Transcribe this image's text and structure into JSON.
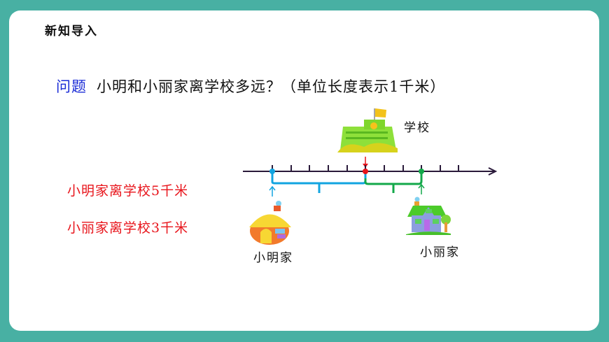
{
  "header": {
    "section_title": "新知导入"
  },
  "question": {
    "label": "问题",
    "text": "小明和小丽家离学校多远？（单位长度表示1千米）"
  },
  "statements": [
    {
      "text": "小明家离学校5千米",
      "color": "#e8141b"
    },
    {
      "text": "小丽家离学校3千米",
      "color": "#e8141b"
    }
  ],
  "places": {
    "school": {
      "label": "学校",
      "icon": "school-icon",
      "tick": 5
    },
    "xiaoming": {
      "label": "小明家",
      "icon": "house-icon",
      "tick": 0,
      "distance_km": 5
    },
    "xiaoli": {
      "label": "小丽家",
      "icon": "house-icon",
      "tick": 8,
      "distance_km": 3
    }
  },
  "number_line": {
    "unit": "1千米",
    "ticks": 11
  },
  "colors": {
    "frame": "#48b0a3",
    "blue": "#12a4e0",
    "green": "#13a84a",
    "red": "#e8141b",
    "label_blue": "#1a2bd6"
  }
}
